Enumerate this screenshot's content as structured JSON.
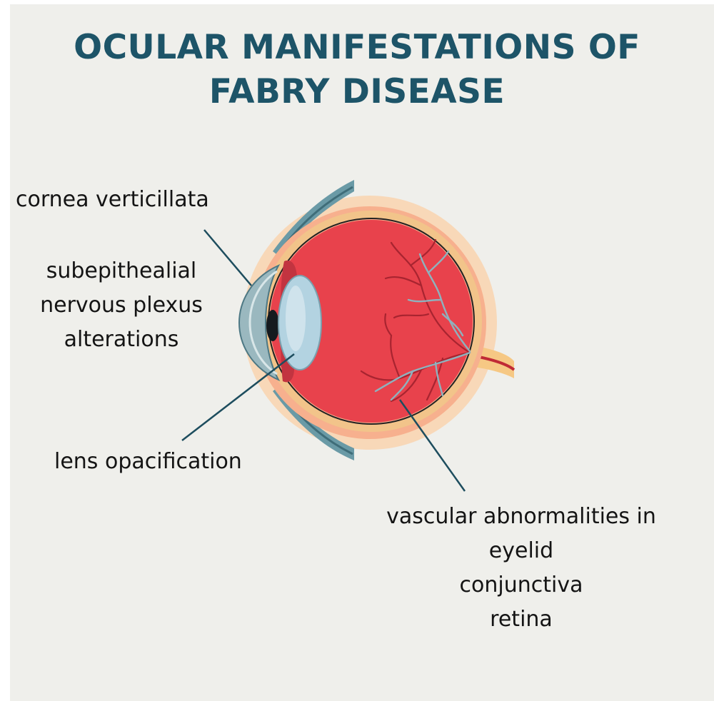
{
  "title": {
    "line1": "OCULAR MANIFESTATIONS OF",
    "line2": "FABRY DISEASE"
  },
  "labels": {
    "cornea": "cornea verticillata",
    "plexus": [
      "subepithealial",
      "nervous plexus",
      "alterations"
    ],
    "lens": "lens opacification",
    "vascular": [
      "vascular abnormalities in",
      "eyelid",
      "conjunctiva",
      "retina"
    ]
  },
  "colors": {
    "background": "#efefeb",
    "title": "#1d5468",
    "pointer_line": "#1d4d5e",
    "eyeball": "#e8424c",
    "sclera_glow": "#f8d8b8",
    "vessels_red": "#a82430",
    "vessels_blue": "#8eb2be",
    "lens": "#b3d3e1",
    "eyelid": "#6a9aa6"
  }
}
